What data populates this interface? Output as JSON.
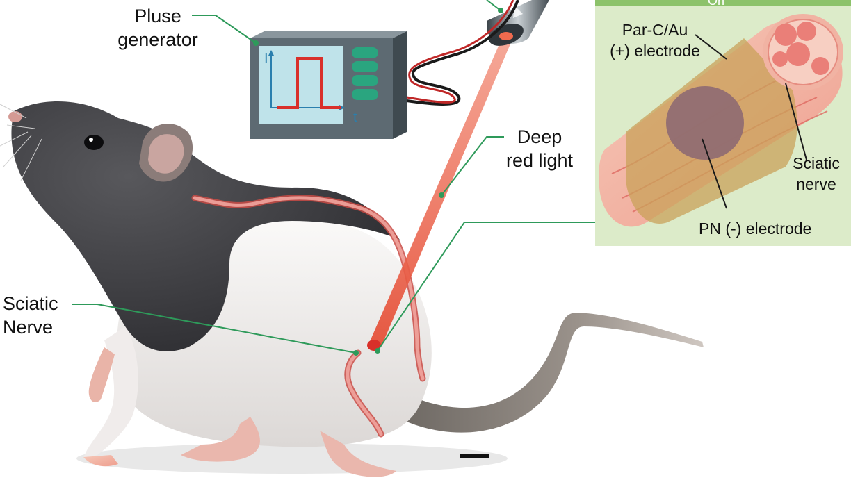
{
  "labels": {
    "pulse_generator_line1": "Pluse",
    "pulse_generator_line2": "generator",
    "deep_red_light_line1": "Deep",
    "deep_red_light_line2": "red light",
    "sciatic_nerve_left_line1": "Sciatic",
    "sciatic_nerve_left_line2": "Nerve"
  },
  "generator_screen": {
    "y_axis": "I",
    "x_axis": "t"
  },
  "inset": {
    "header": "On",
    "electrode_plus_line1": "Par-C/Au",
    "electrode_plus_line2": "(+) electrode",
    "sciatic_nerve_line1": "Sciatic",
    "sciatic_nerve_line2": "nerve",
    "electrode_minus": "PN (-) electrode"
  },
  "colors": {
    "inset_bg": "#dcebc9",
    "inset_header": "#8cc26a",
    "leader_line": "#2e9a5a",
    "laser": "#e8543c",
    "nerve": "#e98a84",
    "electrode_gold": "#c9a25a",
    "electrode_pn": "#8e6a72",
    "generator_body": "#5d6a72",
    "generator_screen": "#bfe3ea",
    "pulse": "#d9302a",
    "buttons": "#2aa57f",
    "fur_dark": "#3b3b3f",
    "fur_white": "#f3f1f0",
    "skin_pink": "#eab7ad"
  },
  "icons": [
    "laser-source-icon",
    "rat-illustration",
    "scale-bar"
  ]
}
